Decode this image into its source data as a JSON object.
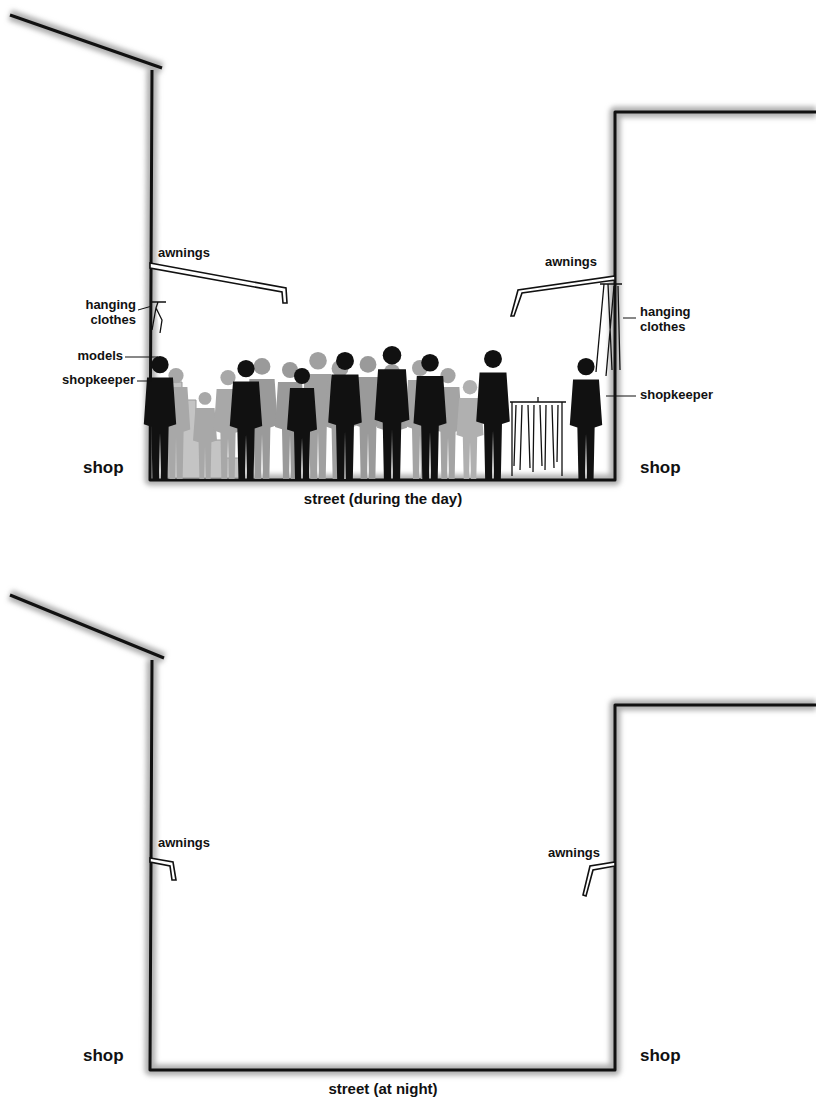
{
  "diagram": {
    "labels": [
      "awnings",
      "hanging clothes",
      "models",
      "shopkeeper",
      "shop",
      "awnings",
      "hanging clothes",
      "shopkeeper",
      "shop",
      "street (during the day)",
      "awnings",
      "shop",
      "awnings",
      "shop",
      "street (at night)"
    ]
  }
}
